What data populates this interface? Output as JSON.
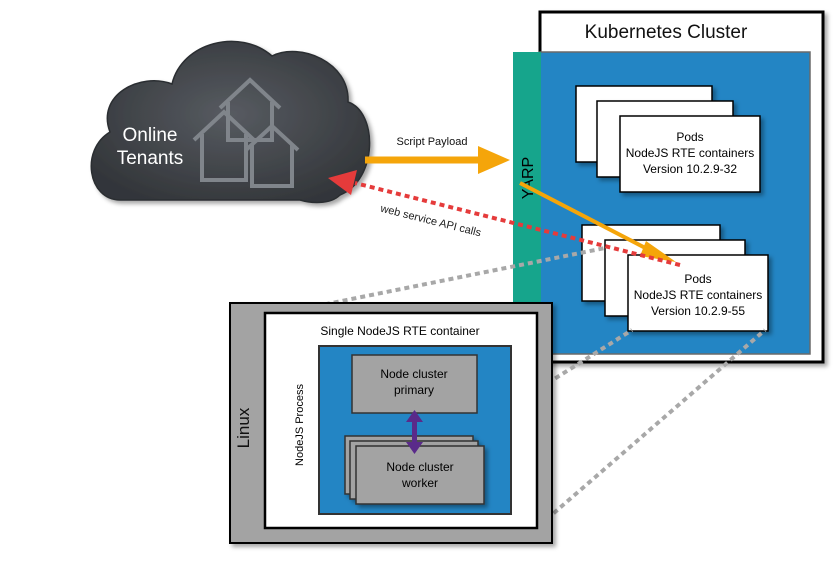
{
  "cloud": {
    "label_line1": "Online",
    "label_line2": "Tenants",
    "icon": "houses-icon"
  },
  "arrows": {
    "payload_label": "Script Payload",
    "api_label": "web service API calls"
  },
  "cluster": {
    "title": "Kubernetes Cluster",
    "proxy_label": "YARP",
    "pods_a": {
      "line1": "Pods",
      "line2": "NodeJS RTE containers",
      "line3": "Version 10.2.9-32"
    },
    "pods_b": {
      "line1": "Pods",
      "line2": "NodeJS RTE containers",
      "line3": "Version 10.2.9-55"
    }
  },
  "detail": {
    "os_label": "Linux",
    "container_label": "Single NodeJS RTE container",
    "process_label": "NodeJS Process",
    "primary_line1": "Node cluster",
    "primary_line2": "primary",
    "worker_line1": "Node cluster",
    "worker_line2": "worker"
  },
  "colors": {
    "cluster_blue": "#2385c4",
    "yarp_teal": "#16a58c",
    "cloud_dark": "#3c3f44",
    "arrow_orange": "#f5a50a",
    "api_red": "#e53b3b",
    "ipc_purple": "#5a2a8a",
    "box_gray": "#a3a3a3"
  }
}
